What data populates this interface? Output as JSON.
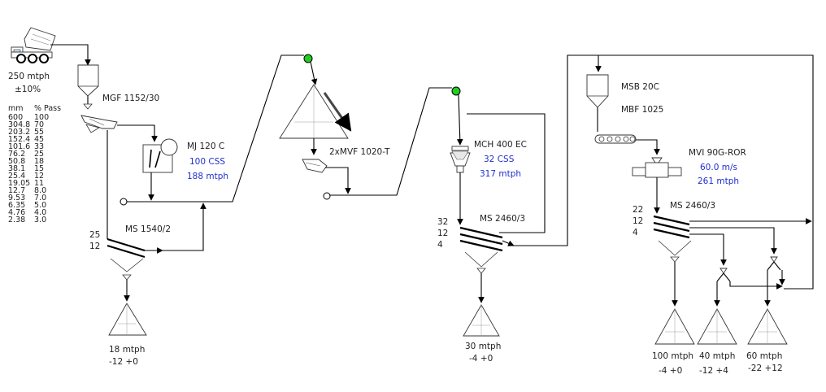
{
  "feed": {
    "rate": "250 mtph",
    "tolerance": "±10%"
  },
  "gradation": {
    "col_mm": "mm",
    "col_pass": "% Pass",
    "rows": [
      [
        "600",
        "100"
      ],
      [
        "304.8",
        "70"
      ],
      [
        "203.2",
        "55"
      ],
      [
        "152.4",
        "45"
      ],
      [
        "101.6",
        "33"
      ],
      [
        "76.2",
        "25"
      ],
      [
        "50.8",
        "18"
      ],
      [
        "38.1",
        "15"
      ],
      [
        "25.4",
        "12"
      ],
      [
        "19.05",
        "11"
      ],
      [
        "12.7",
        "8.0"
      ],
      [
        "9.53",
        "7.0"
      ],
      [
        "6.35",
        "5.0"
      ],
      [
        "4.76",
        "4.0"
      ],
      [
        "2.38",
        "3.0"
      ]
    ]
  },
  "feeder": {
    "label": "MGF 1152/30"
  },
  "jaw": {
    "label": "MJ 120 C",
    "css": "100 CSS",
    "rate": "188 mtph"
  },
  "screen1": {
    "label": "MS 1540/2",
    "decks": [
      "25",
      "12"
    ]
  },
  "stockpile1": {
    "rate": "18 mtph",
    "size": "-12 +0"
  },
  "vfeeder": {
    "label": "2xMVF 1020-T"
  },
  "cone": {
    "label": "MCH 400 EC",
    "css": "32 CSS",
    "rate": "317 mtph"
  },
  "screen2": {
    "label": "MS 2460/3",
    "decks": [
      "32",
      "12",
      "4"
    ]
  },
  "stockpile2": {
    "rate": "30 mtph",
    "size": "-4 +0"
  },
  "surge_bin": {
    "label": "MSB 20C"
  },
  "belt_feeder": {
    "label": "MBF 1025"
  },
  "vsi": {
    "label": "MVI 90G-ROR",
    "speed": "60.0 m/s",
    "rate": "261 mtph"
  },
  "screen3": {
    "label": "MS 2460/3",
    "decks": [
      "22",
      "12",
      "4"
    ]
  },
  "stockpile3a": {
    "rate": "100 mtph",
    "size": "-4 +0"
  },
  "stockpile3b": {
    "rate": "40 mtph",
    "size": "-12 +4"
  },
  "stockpile3c": {
    "rate": "60 mtph",
    "size": "-22 +12"
  },
  "colors": {
    "line": "#000000",
    "annotation": "#1f2fcc",
    "node": "#22cc22"
  }
}
